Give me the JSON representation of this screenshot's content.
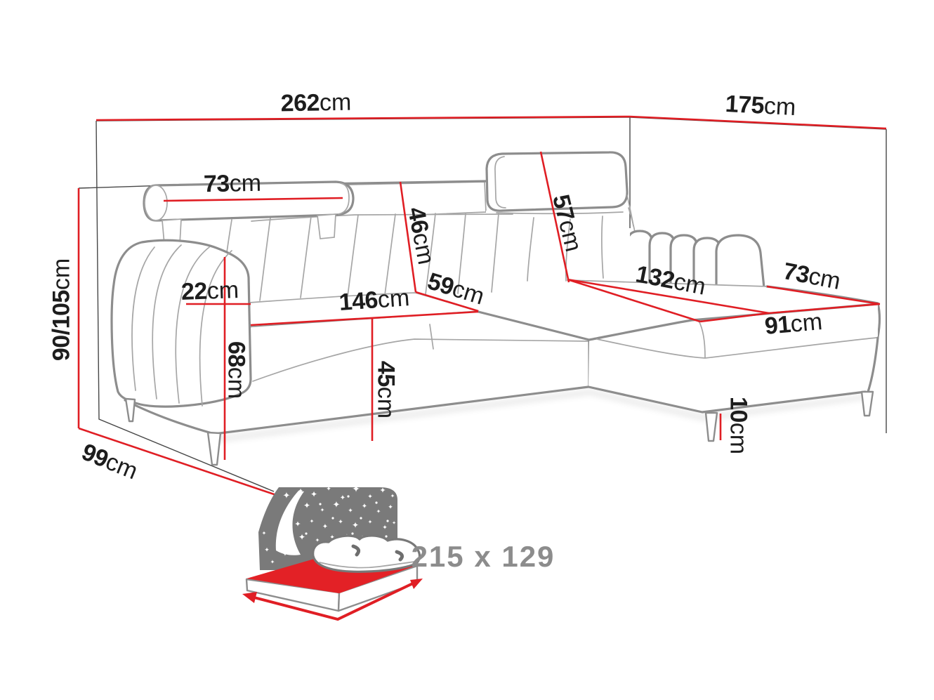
{
  "title": "corner-sofa-dimension-diagram",
  "dims": {
    "overall_width": {
      "value": "262",
      "unit": "cm"
    },
    "overall_depth": {
      "value": "175",
      "unit": "cm"
    },
    "overall_height": {
      "value": "90/105",
      "unit": "cm"
    },
    "side_depth": {
      "value": "99",
      "unit": "cm"
    },
    "headrest_width": {
      "value": "73",
      "unit": "cm"
    },
    "backrest_height": {
      "value": "46",
      "unit": "cm"
    },
    "corner_backrest_height": {
      "value": "57",
      "unit": "cm"
    },
    "armrest_width": {
      "value": "22",
      "unit": "cm"
    },
    "armrest_height": {
      "value": "68",
      "unit": "cm"
    },
    "seat_width": {
      "value": "146",
      "unit": "cm"
    },
    "seat_depth": {
      "value": "59",
      "unit": "cm"
    },
    "seat_height": {
      "value": "45",
      "unit": "cm"
    },
    "chaise_length": {
      "value": "132",
      "unit": "cm"
    },
    "chaise_width": {
      "value": "73",
      "unit": "cm"
    },
    "chaise_front_length": {
      "value": "91",
      "unit": "cm"
    },
    "leg_height": {
      "value": "10",
      "unit": "cm"
    }
  },
  "sleeping_area": {
    "size": "215 x 129",
    "icon": "sofa-bed-night-icon"
  },
  "colors": {
    "dimension_red": "#e01e24",
    "outline_gray": "#8d8d8d",
    "wireframe": "#474747",
    "label_text": "#1d1d1d",
    "icon_gray": "#7a7a7a",
    "icon_text": "#8c8c8c",
    "mattress_red": "#e32126"
  }
}
